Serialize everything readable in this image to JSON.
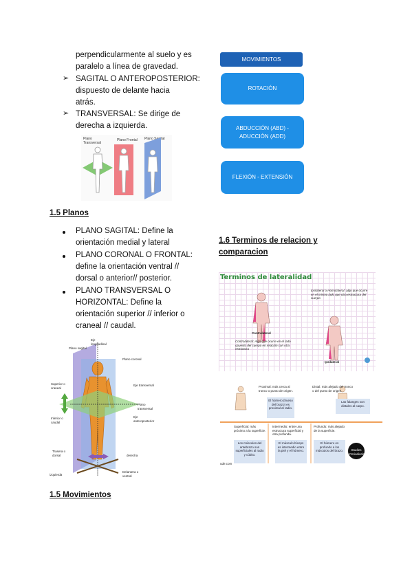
{
  "left": {
    "intro_line1": "perpendicularmente al suelo y es",
    "intro_line2": "paralelo a línea de gravedad.",
    "sagital_line1": "SAGITAL O ANTEROPOSTERIOR:",
    "sagital_line2": "dispuesto de delante hacia",
    "sagital_line3": "atrás.",
    "transversal_line1": "TRANSVERSAL: Se dirige de",
    "transversal_line2": "derecha a izquierda.",
    "fig1": {
      "label1": "Plano Transversal",
      "label2": "Plano Frontal",
      "label3": "Plano Sagital"
    },
    "heading_planos": "1.5 Planos",
    "planos": [
      [
        "PLANO SAGITAL: Define la",
        "orientación medial y lateral"
      ],
      [
        "PLANO CORONAL O FRONTAL:",
        "define la orientación ventral //",
        "dorsal o anterior// posterior."
      ],
      [
        "PLANO TRANSVERSAL O",
        "HORIZONTAL: Define la",
        "orientación superior // inferior o",
        "craneal // caudal."
      ]
    ],
    "fig2": {
      "eje_long": "Eje longitudinal",
      "plano_sagital": "Plano sagital",
      "plano_coronal": "Plano coronal",
      "superior": "Superior o craneal",
      "eje_transversal": "Eje transversal",
      "plano_transversal": "Plano transversal",
      "eje_antero": "Eje anteroposterior",
      "inferior": "Inferior o caudal",
      "trasera": "Trasera o dorsal",
      "derecha": "derecha",
      "izquierda": "izquierda",
      "delantera": "Delantera o ventral"
    },
    "heading_movimientos": "1.5 Movimientos"
  },
  "right": {
    "movimientos_title": "MOVIMIENTOS",
    "rotacion": "ROTACIÓN",
    "abduccion_line1": "ABDUCCIÓN (ABD) -",
    "abduccion_line2": "ADUCCIÓN (ADD)",
    "flexion": "FLEXIÓN - EXTENSIÓN",
    "heading_terminos_line1": "1.6 Terminos de relacion y",
    "heading_terminos_line2": "comparacion",
    "lateralidad": {
      "title": "Terminos de lateralidad",
      "ipsilateral_text": "Ipsilateral o Homolateral: algo que ocurre en el mismo lado que otra estructura del cuerpo",
      "contralateral_label": "Contralateral",
      "contralateral_text": "Contralateral: Algo que ocurre en el lado opuesto del cuerpo en relación con otra estructura",
      "ipsilateral_label": "Ipsilateral"
    },
    "relacion": {
      "proximal": "Proximal: más cerca al tronco o punto de origen.",
      "proximal_box": "El húmero (hueso del brazo) es proximal al radio.",
      "distal": "Distal: más alejado del tronco o del punto de origen.",
      "distal_box": "Las falanges son distales al carpo.",
      "superficial": "Superficial: más próximo a la superficie.",
      "superficial_box": "Los músculos del antebrazo son superficiales al radio y cúbito.",
      "intermedio": "Intermedio: entre una estructura superficial y otra profunda.",
      "intermedio_box": "El músculo bíceps es intermedio entre la piel y el húmero.",
      "profundo": "Profundo: más alejado de la superficie.",
      "profundo_box": "El húmero es profundo a los músculos del brazo.",
      "logo": "Studies Periodicals",
      "footer": "ude.com"
    }
  }
}
